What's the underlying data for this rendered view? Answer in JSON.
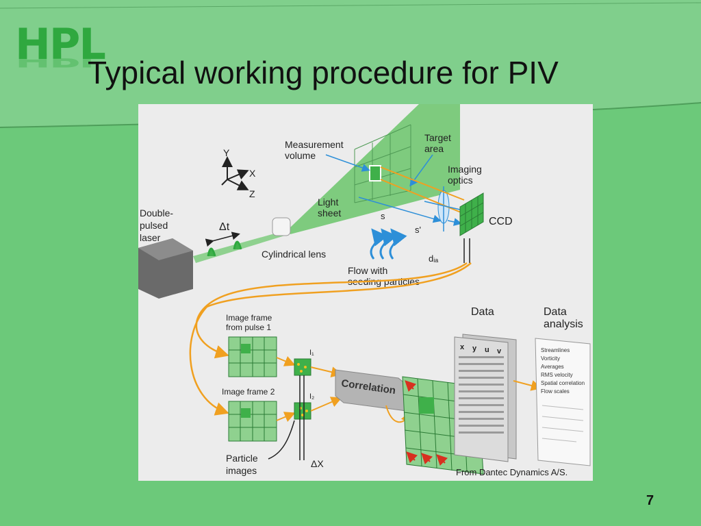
{
  "slide": {
    "logo_text": "HPL",
    "title": "Typical working procedure for PIV",
    "page_number": "7"
  },
  "figure": {
    "labels": {
      "axis_y": "Y",
      "axis_x": "X",
      "axis_z": "Z",
      "measurement_volume_1": "Measurement",
      "measurement_volume_2": "volume",
      "target_area_1": "Target",
      "target_area_2": "area",
      "imaging_optics_1": "Imaging",
      "imaging_optics_2": "optics",
      "light_sheet_1": "Light",
      "light_sheet_2": "sheet",
      "s": "s",
      "s_prime": "s'",
      "ccd": "CCD",
      "laser_1": "Double-",
      "laser_2": "pulsed",
      "laser_3": "laser",
      "delta_t": "Δt",
      "cylindrical_lens": "Cylindrical lens",
      "d_ia": "dᵢₐ",
      "flow_1": "Flow with",
      "flow_2": "seeding particles",
      "data": "Data",
      "data_analysis_1": "Data",
      "data_analysis_2": "analysis",
      "frame1_1": "Image frame",
      "frame1_2": "from pulse 1",
      "frame2": "Image frame 2",
      "i1": "I₁",
      "i2": "I₂",
      "correlation": "Correlation",
      "particle_1": "Particle",
      "particle_2": "images",
      "delta_x": "ΔX",
      "credit": "From Dantec Dynamics A/S."
    },
    "table_headers": [
      "x",
      "y",
      "u",
      "v"
    ],
    "analysis_items": [
      "Streamlines",
      "Vorticity",
      "Averages",
      "RMS velocity",
      "Spatial correlation",
      "Flow scales"
    ]
  },
  "colors": {
    "background": "#6cc97a",
    "accent_orange": "#f0a020",
    "light_sheet_green": "#7ecb7e",
    "grid_green": "#3fb04a",
    "arrow_blue": "#2d8fd8",
    "arrow_red": "#d83020"
  }
}
